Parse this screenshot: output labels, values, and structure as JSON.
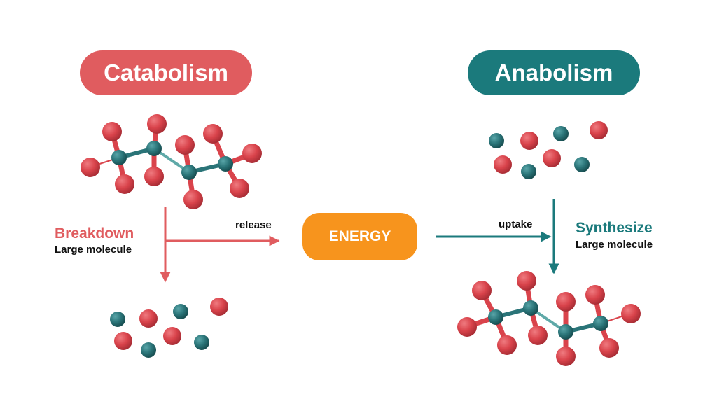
{
  "catabolism": {
    "title": "Catabolism",
    "action": "Breakdown",
    "subject": "Large molecule",
    "arrow_label": "release"
  },
  "anabolism": {
    "title": "Anabolism",
    "action": "Synthesize",
    "subject": "Large molecule",
    "arrow_label": "uptake"
  },
  "energy": {
    "label": "ENERGY"
  },
  "colors": {
    "catabolism": "#e05c5f",
    "anabolism": "#1b7a7c",
    "energy": "#f7941d",
    "atom_red": "#d9434b",
    "atom_teal": "#2a7478",
    "bond_red": "#d9434b",
    "bond_teal": "#5fa9a8"
  }
}
